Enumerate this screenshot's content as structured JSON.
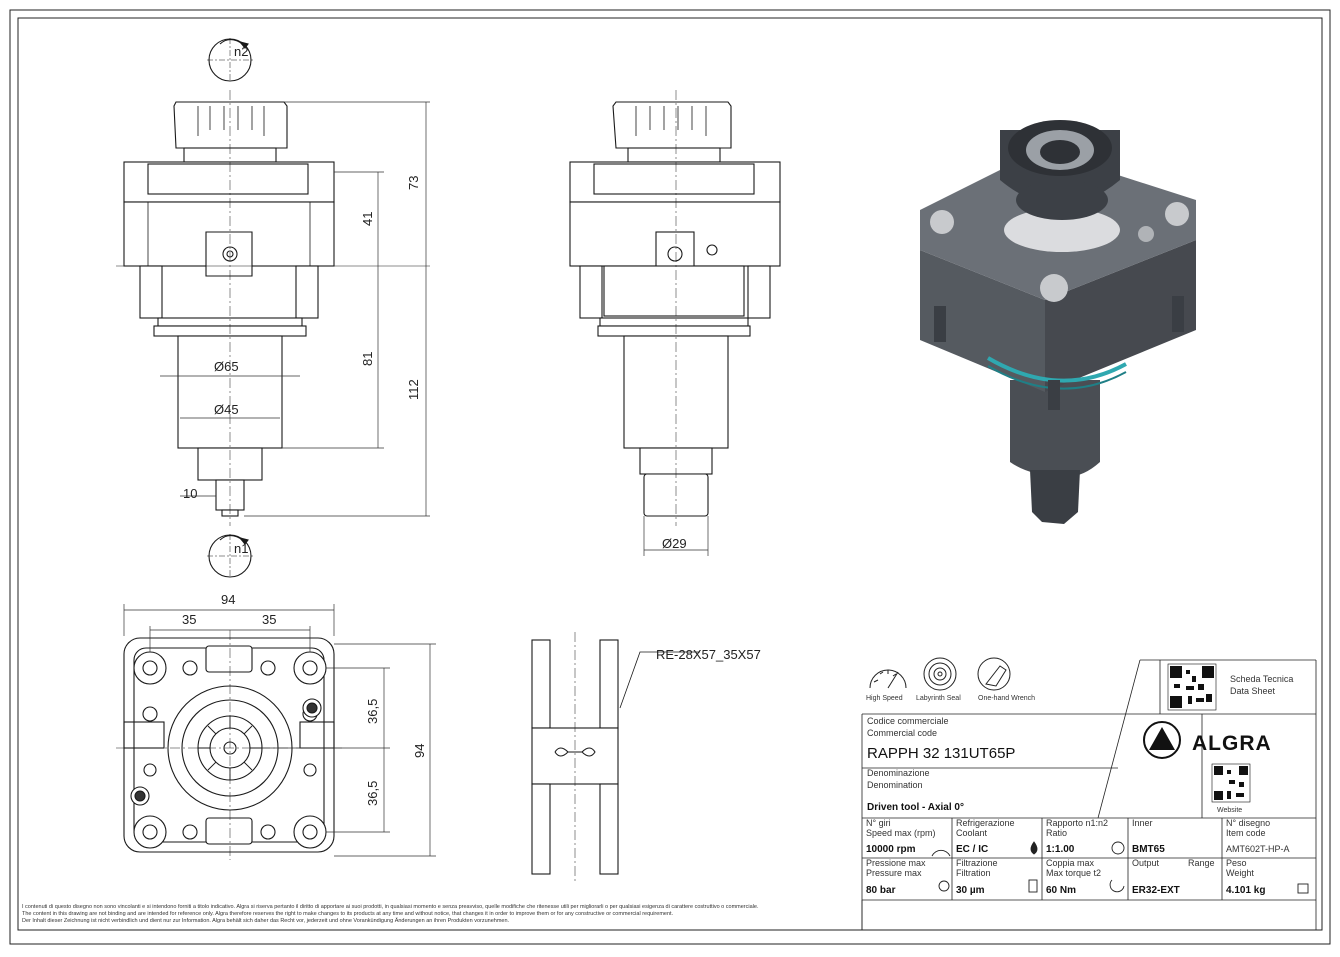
{
  "views": {
    "rotation_top": "n2",
    "rotation_bottom": "n1"
  },
  "dimensions": {
    "front": {
      "total_height": "73",
      "upper_height": "41",
      "lower_height": "81",
      "overall": "112",
      "dia_65": "Ø65",
      "dia_45": "Ø45",
      "shaft_width": "10"
    },
    "side": {
      "dia_29": "Ø29"
    },
    "bottom": {
      "width": "94",
      "left_half": "35",
      "right_half": "35",
      "upper_offset": "36,5",
      "lower_offset": "36,5",
      "height": "94"
    },
    "detail_label": "RE-28X57_35X57"
  },
  "feature_icons": [
    {
      "name": "speedometer-icon",
      "label": "High Speed"
    },
    {
      "name": "labyrinth-icon",
      "label": "Labyrinth Seal"
    },
    {
      "name": "wrench-icon",
      "label": "One-hand Wrench"
    }
  ],
  "title_block": {
    "datasheet_label_1": "Scheda Tecnica",
    "datasheet_label_2": "Data Sheet",
    "code_label_it": "Codice commerciale",
    "code_label_en": "Commercial code",
    "code": "RAPPH 32 131UT65P",
    "denom_label_it": "Denominazione",
    "denom_label_en": "Denomination",
    "denomination": "Driven tool - Axial 0°",
    "brand": "ALGRA",
    "website_label": "Website",
    "cells": [
      {
        "label_it": "N° giri",
        "label_en": "Speed max (rpm)",
        "value": "10000 rpm"
      },
      {
        "label_it": "Refrigerazione",
        "label_en": "Coolant",
        "value": "EC / IC"
      },
      {
        "label_it": "Rapporto n1:n2",
        "label_en": "Ratio",
        "value": "1:1.00"
      },
      {
        "label_it": "Inner",
        "label_en": "",
        "value": "BMT65"
      },
      {
        "label_it": "N° disegno",
        "label_en": "Item code",
        "value": "AMT602T-HP-A"
      },
      {
        "label_it": "Pressione max",
        "label_en": "Pressure max",
        "value": "80 bar"
      },
      {
        "label_it": "Filtrazione",
        "label_en": "Filtration",
        "value": "30 µm"
      },
      {
        "label_it": "Coppia max",
        "label_en": "Max torque t2",
        "value": "60 Nm"
      },
      {
        "label_it": "Output",
        "label_en": "Range",
        "value": "ER32-EXT"
      },
      {
        "label_it": "Peso",
        "label_en": "Weight",
        "value": "4.101 kg"
      }
    ]
  },
  "legal": {
    "line1": "I contenuti di questo disegno non sono vincolanti e si intendono forniti a titolo indicativo. Algra si riserva pertanto il diritto di apportare ai suoi prodotti, in qualsiasi momento e senza preavviso, quelle modifiche che ritenesse utili per migliorarli o per qualsiasi esigenza di carattere costruttivo o commerciale.",
    "line2": "The content in this drawing are not binding and are intended for reference only. Algra therefore reserves the right to make changes to its products at any time and without notice, that changes it in order to improve them or for any constructive or commercial requirement.",
    "line3": "Der Inhalt dieser Zeichnung ist nicht verbindlich und dient nur zur Information. Algra behält sich daher das Recht vor, jederzeit und ohne Vorankündigung Änderungen an ihren Produkten vorzunehmen."
  },
  "colors": {
    "line": "#1a1a1a",
    "body_3d": "#555a60",
    "body_3d_dark": "#3a3e44",
    "seal_ring": "#2fa8b0",
    "logo_triangle": "#111111"
  }
}
